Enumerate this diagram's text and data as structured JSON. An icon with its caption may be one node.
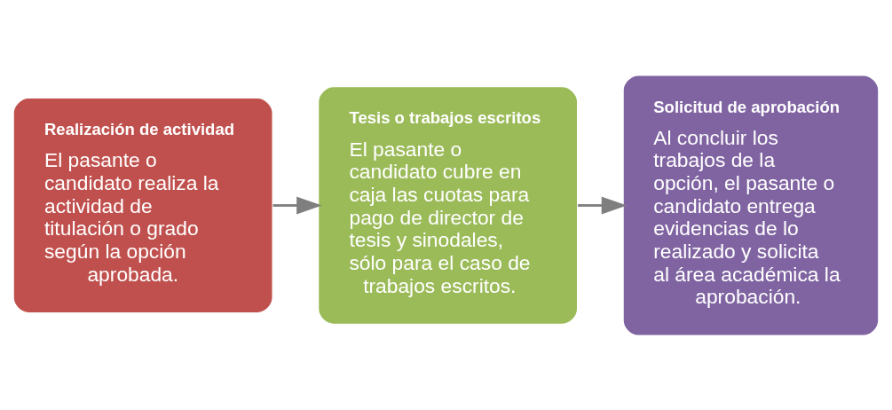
{
  "diagram": {
    "nodes": [
      {
        "text": [
          "Realización de actividad",
          "El pasante o candidato realiza la actividad de titulación o grado según la opción aprobada."
        ]
      },
      {
        "text": [
          "Tesis o trabajos escritos",
          "El pasante o candidato cubre en caja las cuotas para pago de director de tesis y sinodales, sólo para el caso de trabajos escritos."
        ]
      },
      {
        "text": [
          "Solicitud de aprobación",
          "Al concluir los trabajos de la opción, el pasante o candidato entrega evidencias de lo realizado y solicita al área académica la aprobación."
        ]
      }
    ],
    "edges": [
      {
        "from": 0,
        "to": 1,
        "arrow": "to"
      },
      {
        "from": 1,
        "to": 2,
        "arrow": "to"
      }
    ]
  }
}
